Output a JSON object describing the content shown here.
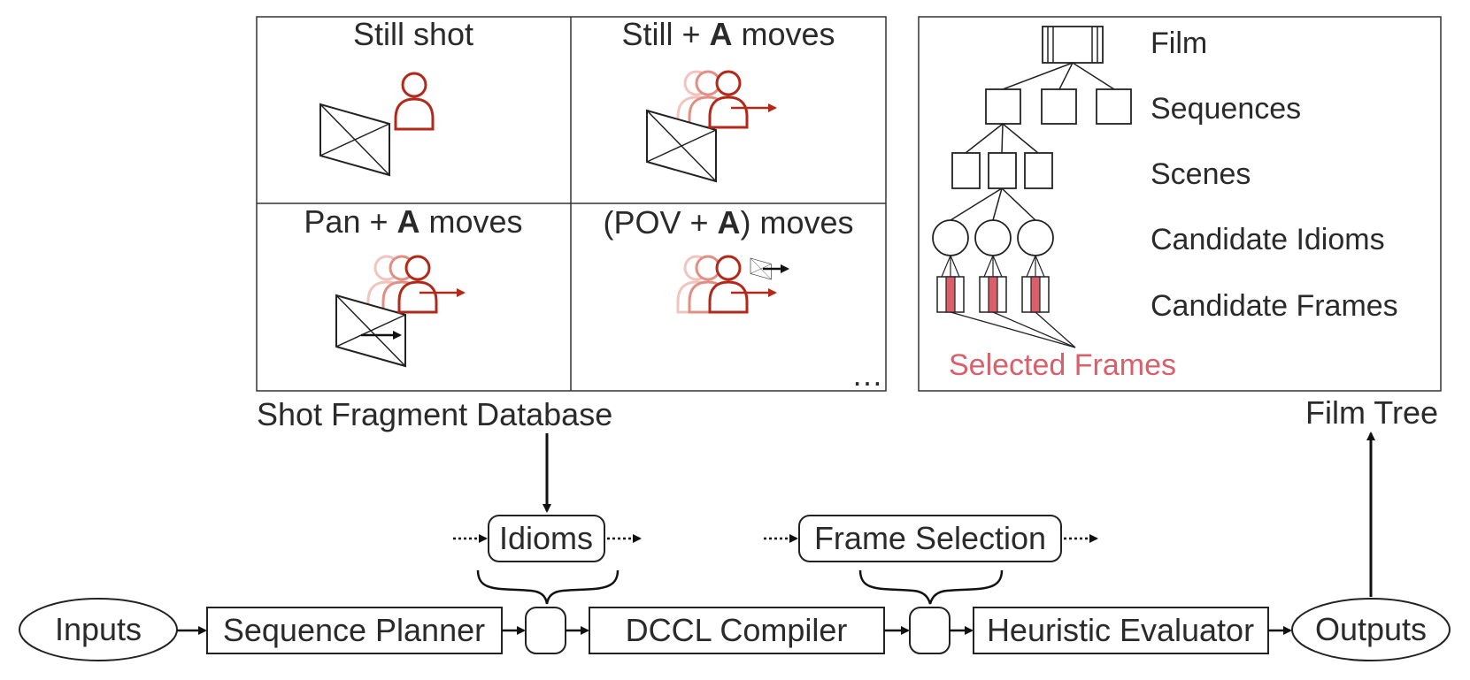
{
  "shot_database": {
    "label": "Shot Fragment Database",
    "cells": {
      "still": {
        "title": "Still shot"
      },
      "still_a": {
        "pre": "Still + ",
        "bold": "A",
        "post": " moves"
      },
      "pan_a": {
        "pre": "Pan + ",
        "bold": "A",
        "post": " moves"
      },
      "pov_a": {
        "pre": "(POV + ",
        "bold": "A",
        "post": ") moves"
      }
    },
    "ellipsis": "…"
  },
  "film_tree": {
    "label": "Film Tree",
    "levels": {
      "film": "Film",
      "sequences": "Sequences",
      "scenes": "Scenes",
      "idioms": "Candidate Idioms",
      "frames": "Candidate Frames"
    },
    "selected": "Selected Frames"
  },
  "pipeline": {
    "inputs": "Inputs",
    "sequence_planner": "Sequence Planner",
    "dccl_compiler": "DCCL Compiler",
    "heuristic_evaluator": "Heuristic Evaluator",
    "outputs": "Outputs",
    "idioms": "Idioms",
    "frame_selection": "Frame Selection"
  },
  "colors": {
    "actor": "#b2291a",
    "selected": "#d9606a",
    "line": "#222222"
  }
}
